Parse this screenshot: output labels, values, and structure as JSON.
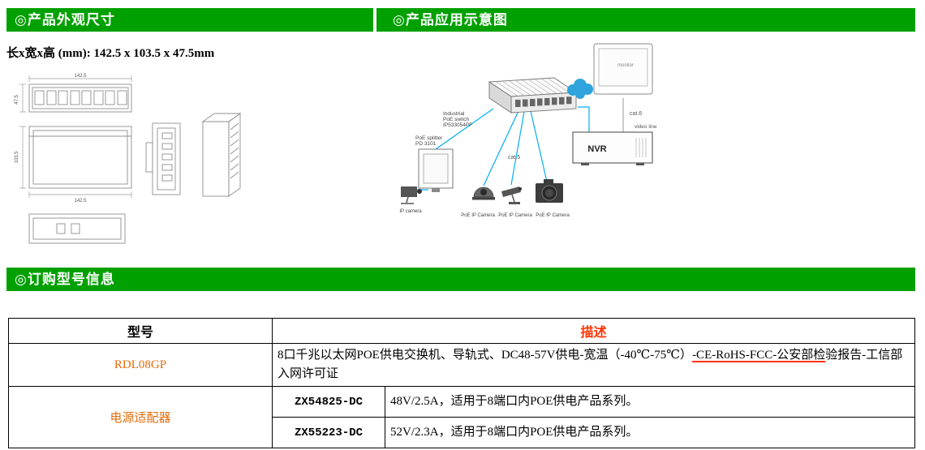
{
  "colors": {
    "section_green": "#00A000",
    "accent_red": "#FF3300",
    "accent_orange": "#E36C0A",
    "line_cyan": "#00B0F0"
  },
  "sections": {
    "appearance_title": "◎产品外观尺寸",
    "application_title": "◎产品应用示意图",
    "ordering_title": "◎订购型号信息"
  },
  "dimensions_line": "长x宽x高 (mm): 142.5 x 103.5 x 47.5mm",
  "drawing": {
    "dim_width_top": "142.5",
    "dim_height_left": "47.5",
    "dim_depth_left": "103.5",
    "dim_width_bottom": "142.5"
  },
  "diagram": {
    "switch_label_1": "Industrial",
    "switch_label_2": "PoE switch",
    "switch_label_3": "IP533054PF",
    "splitter_label_1": "PoE splitter",
    "splitter_label_2": "PD 3101",
    "monitor_label": "monitor",
    "cat6_label": "cat.6",
    "cat5_label": "cat.5",
    "nvr_label": "NVR",
    "video_line_label": "video line",
    "ip_camera_label": "IP camera",
    "poe_camera_label_1": "PoE IP Camera",
    "poe_camera_label_2": "PoE IP Camera",
    "poe_camera_label_3": "PoE IP Camera"
  },
  "table": {
    "header_model": "型号",
    "header_desc": "描述",
    "row1": {
      "model": "RDL08GP",
      "desc_part1": "8口千兆以太网POE供电交换机、导轨式、DC48-57V供电-宽温（-40℃-75℃）",
      "desc_part2": "-CE-RoHS-FCC-公安部检",
      "desc_part3": "验报告-工信部入网许可证"
    },
    "row2": {
      "model": "电源适配器",
      "subrows": [
        {
          "code": "ZX54825-DC",
          "desc": "48V/2.5A，适用于8端口内POE供电产品系列。"
        },
        {
          "code": "ZX55223-DC",
          "desc": "52V/2.3A，适用于8端口内POE供电产品系列。"
        }
      ]
    }
  }
}
